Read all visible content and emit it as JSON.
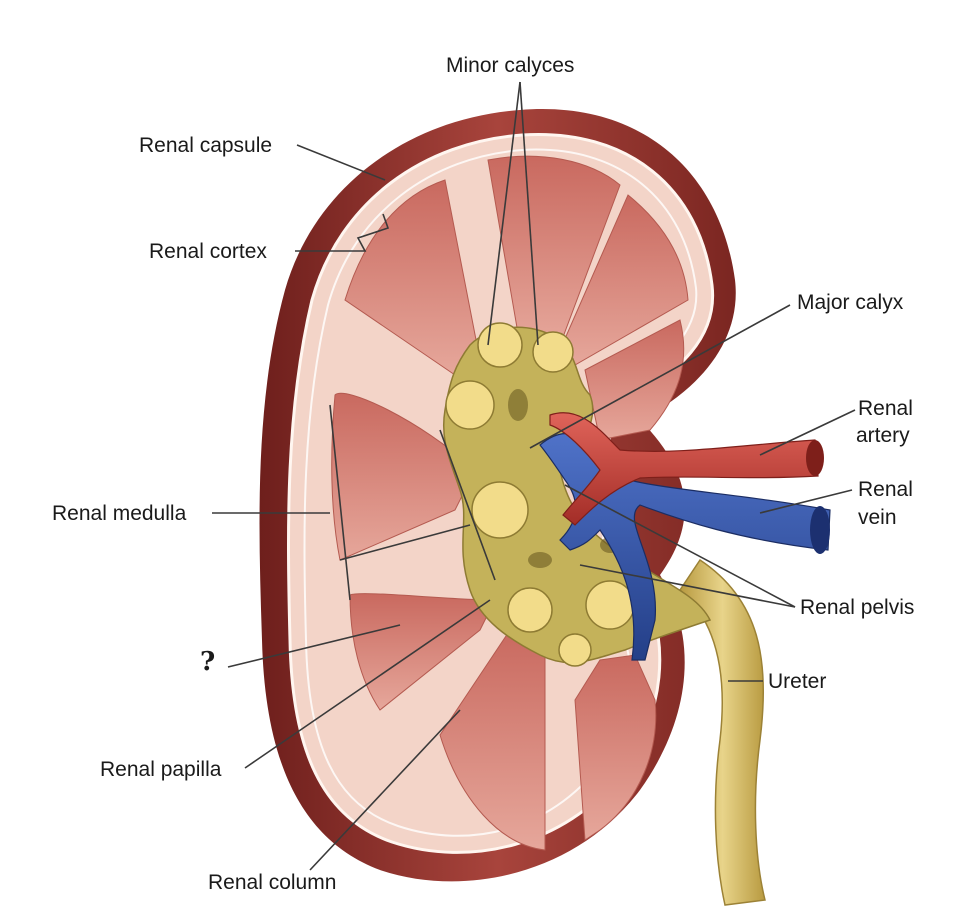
{
  "labels": {
    "minor_calyces": "Minor calyces",
    "renal_capsule": "Renal capsule",
    "renal_cortex": "Renal cortex",
    "major_calyx": "Major calyx",
    "renal_artery_line1": "Renal",
    "renal_artery_line2": "artery",
    "renal_vein_line1": "Renal",
    "renal_vein_line2": "vein",
    "renal_medulla": "Renal medulla",
    "renal_pelvis": "Renal pelvis",
    "unknown": "?",
    "ureter": "Ureter",
    "renal_papilla": "Renal papilla",
    "renal_column": "Renal column"
  },
  "colors": {
    "capsule": "#8e2f2a",
    "cortex": "#f3d4c8",
    "pyramid": "#d07f74",
    "pelvis": "#c7b45a",
    "fat": "#f2dc8a",
    "artery": "#c9413a",
    "vein": "#3554a8",
    "ureter": "#d9c06a"
  }
}
